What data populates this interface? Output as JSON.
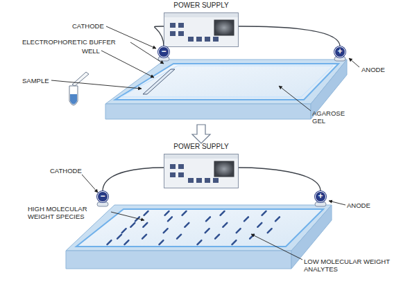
{
  "diagram": {
    "nodes": [
      {
        "text": [
          "POWER SUPPLY"
        ]
      },
      {
        "text": [
          "−"
        ]
      },
      {
        "text": [
          "+"
        ]
      },
      {
        "text": [
          "POWER SUPPLY"
        ]
      },
      {
        "text": [
          "−"
        ]
      },
      {
        "text": [
          "+"
        ]
      }
    ],
    "edges": [
      {
        "from": 0,
        "to": 1,
        "arrow": "none"
      },
      {
        "from": 0,
        "to": 2,
        "arrow": "none"
      },
      {
        "from": 3,
        "to": 4,
        "arrow": "none"
      },
      {
        "from": 3,
        "to": 5,
        "arrow": "none"
      }
    ],
    "labels": [
      "CATHODE",
      "ELECTROPHORETIC BUFFER",
      "WELL",
      "SAMPLE",
      "AGAROSE GEL",
      "ANODE",
      "CATHODE",
      "HIGH MOLECULAR WEIGHT SPECIES",
      "LOW MOLECULAR WEIGHT ANALYTES",
      "ANODE"
    ]
  }
}
